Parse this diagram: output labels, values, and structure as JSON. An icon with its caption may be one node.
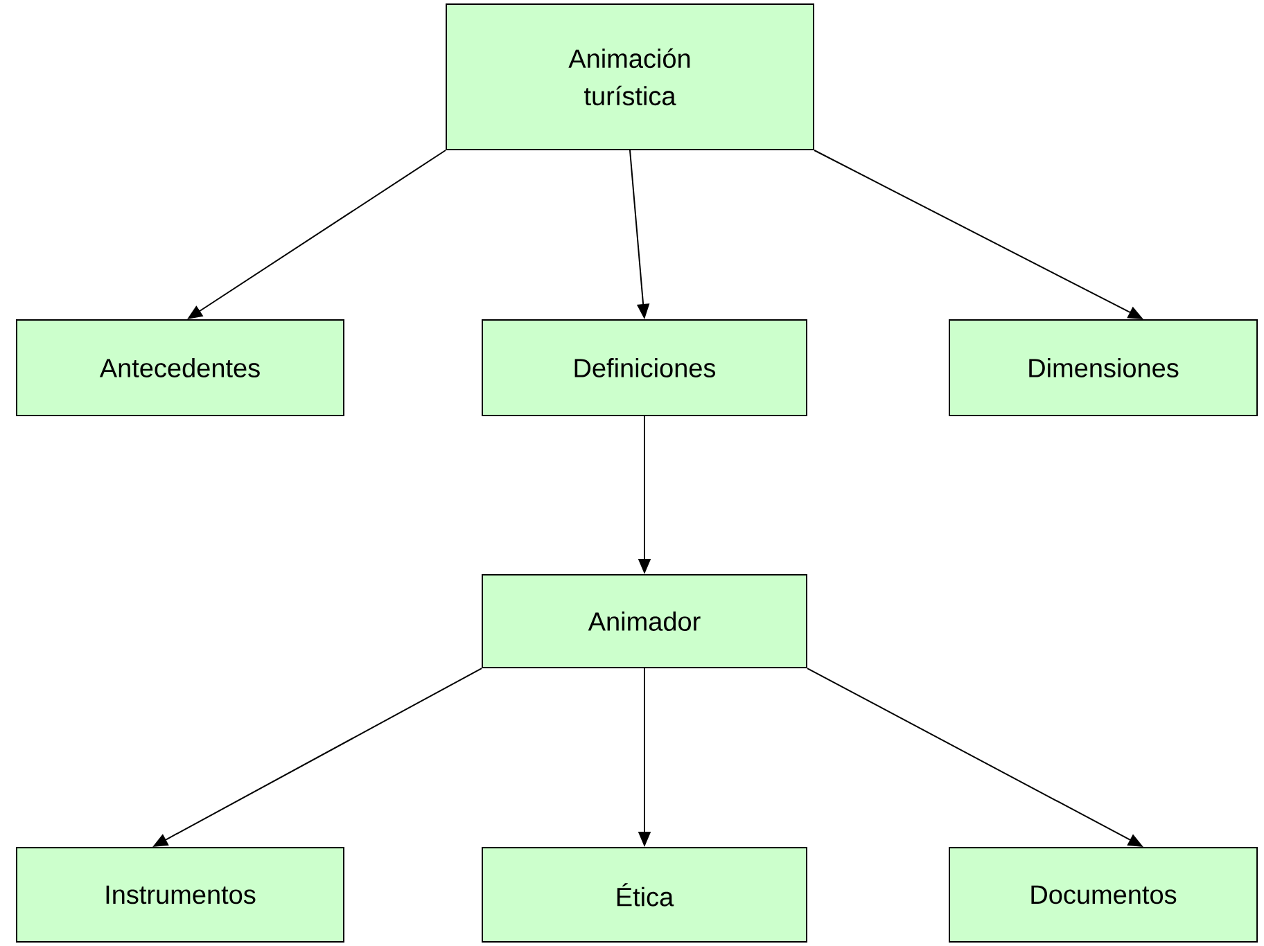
{
  "diagram": {
    "nodes": [
      {
        "text": [
          "Animación turística"
        ]
      },
      {
        "text": [
          "Antecedentes"
        ]
      },
      {
        "text": [
          "Definiciones"
        ]
      },
      {
        "text": [
          "Dimensiones"
        ]
      },
      {
        "text": [
          "Animador"
        ]
      },
      {
        "text": [
          "Instrumentos"
        ]
      },
      {
        "text": [
          "Ética"
        ]
      },
      {
        "text": [
          "Documentos"
        ]
      }
    ],
    "edges": [
      {
        "from": 0,
        "to": 1,
        "arrow": "to"
      },
      {
        "from": 0,
        "to": 2,
        "arrow": "to"
      },
      {
        "from": 0,
        "to": 3,
        "arrow": "to"
      },
      {
        "from": 2,
        "to": 4,
        "arrow": "to"
      },
      {
        "from": 4,
        "to": 5,
        "arrow": "to"
      },
      {
        "from": 4,
        "to": 6,
        "arrow": "to"
      },
      {
        "from": 4,
        "to": 7,
        "arrow": "to"
      }
    ]
  }
}
